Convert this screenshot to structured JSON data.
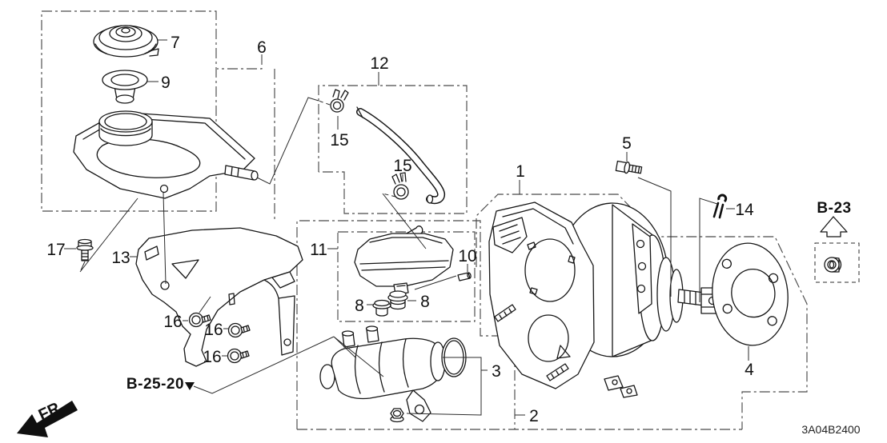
{
  "diagram_code": "3A04B2400",
  "references": {
    "b23": "B-23",
    "b2520": "B-25-20",
    "front": "FR."
  },
  "labels": {
    "booster": "1",
    "master_cylinder_set": "2",
    "o_ring": "3",
    "gasket": "4",
    "mounting_bolt": "5",
    "reservoir_comp": "6",
    "reservoir_cap": "7",
    "grommet_a": "8",
    "grommet_b": "8",
    "reservoir_seal": "9",
    "pin": "10",
    "sub_reservoir": "11",
    "tube_comp": "12",
    "bracket": "13",
    "lock_pin": "14",
    "tube_clamp_a": "15",
    "tube_clamp_b": "15",
    "flange_bolt_a": "16",
    "flange_bolt_b": "16",
    "flange_bolt_c": "16",
    "washer_screw": "17"
  }
}
